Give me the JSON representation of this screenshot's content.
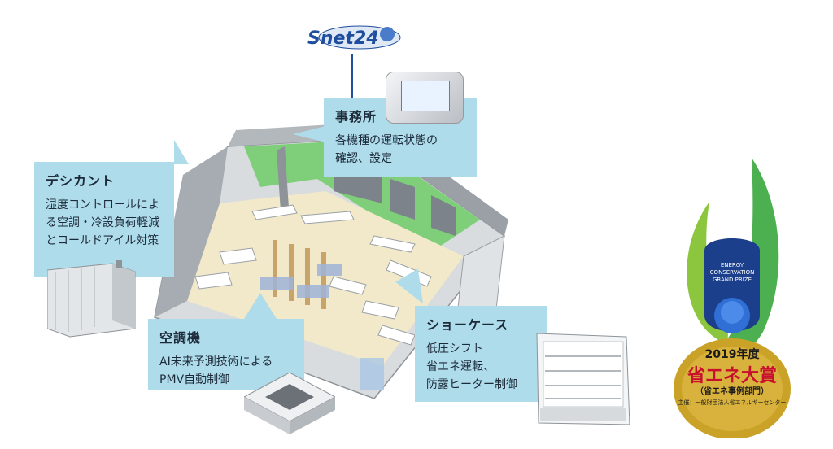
{
  "logo": {
    "text": "Snet24"
  },
  "callouts": {
    "office": {
      "title": "事務所",
      "lines": [
        "各機種の運転状態の",
        "確認、設定"
      ]
    },
    "desiccant": {
      "title": "デシカント",
      "lines": [
        "湿度コントロールによ",
        "る空調・冷設負荷軽減",
        "とコールドアイル対策"
      ]
    },
    "aircon": {
      "title": "空調機",
      "lines": [
        "AI未来予測技術による",
        "PMV自動制御"
      ]
    },
    "showcase": {
      "title": "ショーケース",
      "lines": [
        "低圧シフト",
        "省エネ運転、",
        "防露ヒーター制御"
      ]
    }
  },
  "award": {
    "name_lines": [
      "ENERGY",
      "CONSERVATION",
      "GRAND PRIZE"
    ],
    "year": "2019年度",
    "main": "省エネ大賞",
    "category": "（省エネ事例部門）",
    "sponsor": "主催：一般財団法人省エネルギーセンター"
  },
  "colors": {
    "callout": "#aedcea",
    "floor_green": "#7fcf7a",
    "logo_blue": "#1f4e9e",
    "wall": "#9aa0a6"
  }
}
